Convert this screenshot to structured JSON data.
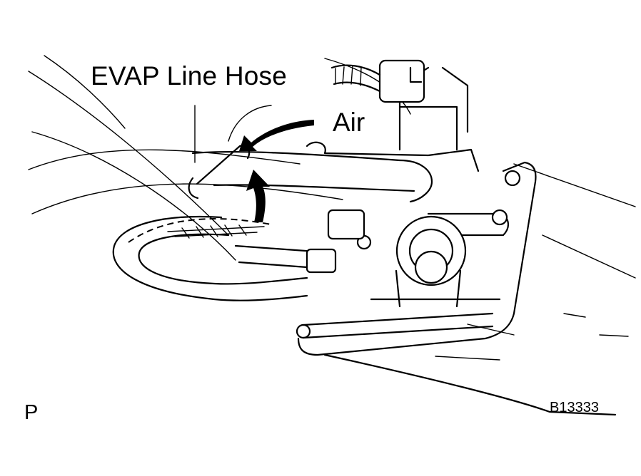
{
  "labels": {
    "hose": "EVAP Line Hose",
    "air": "Air",
    "corner": "P",
    "figure_code": "B13333"
  },
  "icons": {
    "air_flow": "curved-arrow-icon",
    "part": "canister-valve-icon"
  },
  "colors": {
    "ink": "#000000",
    "paper": "#ffffff"
  }
}
